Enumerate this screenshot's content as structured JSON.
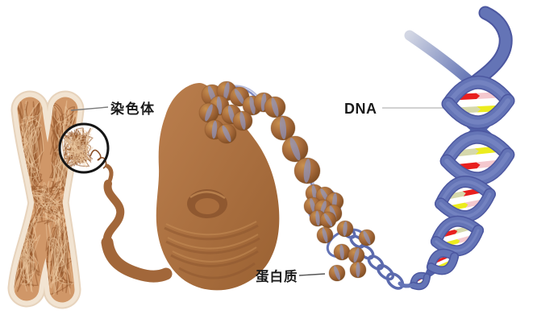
{
  "figure": {
    "type": "chromosome-to-dna-structure-diagram",
    "labels": {
      "chromosome": "染色体",
      "dna": "DNA",
      "protein": "蛋白质"
    },
    "palette": {
      "background": "#ffffff",
      "chromosome_fill": "#d09768",
      "chromosome_halo": "#f2e4d2",
      "chromosome_halo_edge": "#e7d3bc",
      "chromatin_texture": "#96582b",
      "chromatin_brown": "#ab6f3f",
      "bead_brown": "#a5693a",
      "bead_band_blue": "#8e96c2",
      "dna_strand_blue": "#6474b6",
      "dna_strand_dark": "#4c57a0",
      "base_pair_red": "#e81f1e",
      "base_pair_pink": "#f4c8ce",
      "base_pair_yellow": "#ecec1e",
      "base_pair_khaki": "#d6d8ab",
      "label_color": "#1a1a1a"
    }
  }
}
